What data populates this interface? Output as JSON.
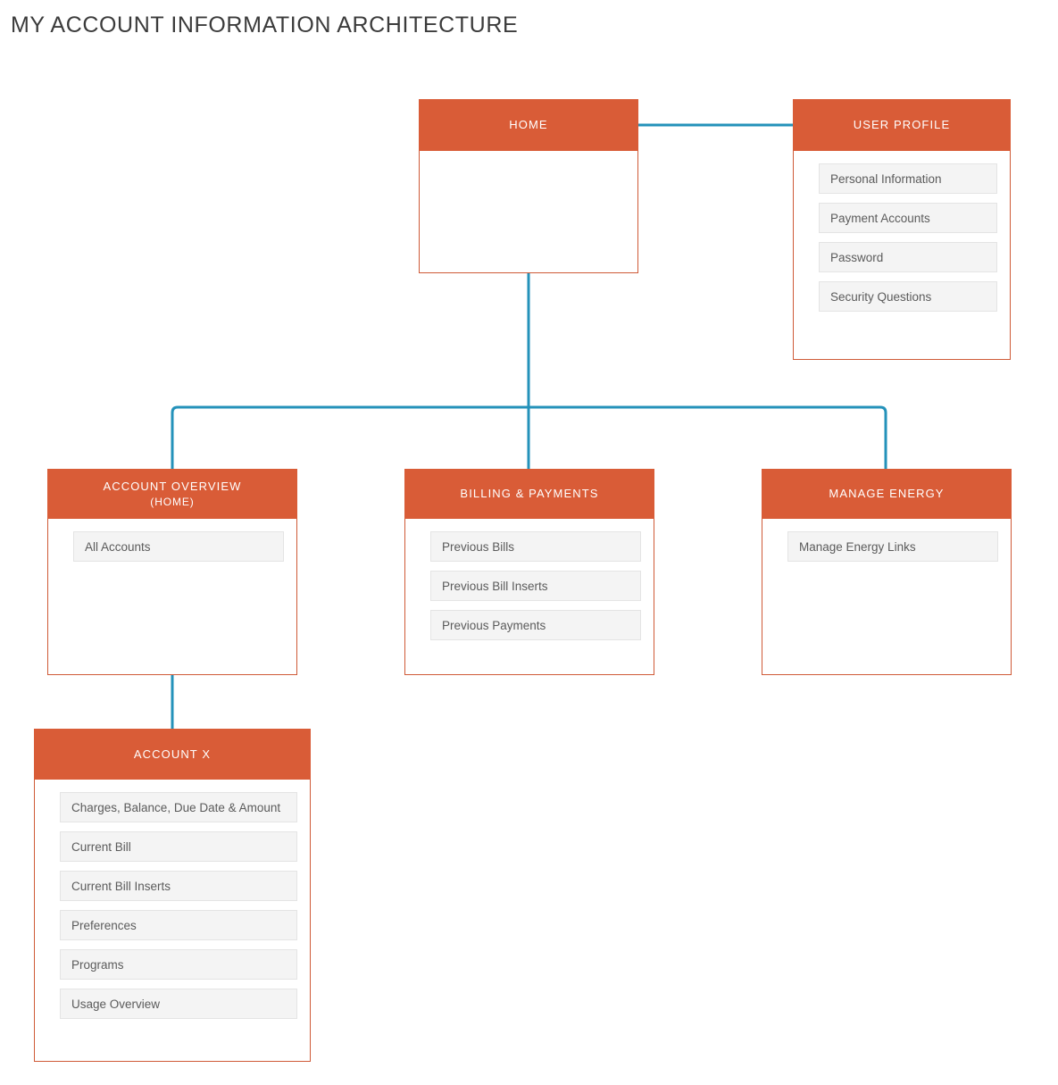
{
  "page": {
    "title": "MY ACCOUNT INFORMATION ARCHITECTURE",
    "accent_orange": "#d95c37",
    "connector_blue": "#2492ba",
    "item_bg": "#f4f4f4",
    "item_border": "#e4e4e4",
    "item_text": "#5b5b5b",
    "title_color": "#3b3b3b"
  },
  "nodes": {
    "home": {
      "title": "HOME",
      "subtitle": "",
      "items": []
    },
    "user_profile": {
      "title": "USER PROFILE",
      "subtitle": "",
      "items": [
        "Personal Information",
        "Payment Accounts",
        "Password",
        "Security Questions"
      ]
    },
    "account_overview": {
      "title": "ACCOUNT OVERVIEW",
      "subtitle": "(HOME)",
      "items": [
        "All Accounts"
      ]
    },
    "billing_payments": {
      "title": "BILLING & PAYMENTS",
      "subtitle": "",
      "items": [
        "Previous Bills",
        "Previous Bill Inserts",
        "Previous Payments"
      ]
    },
    "manage_energy": {
      "title": "MANAGE ENERGY",
      "subtitle": "",
      "items": [
        "Manage Energy Links"
      ]
    },
    "account_x": {
      "title": "ACCOUNT X",
      "subtitle": "",
      "items": [
        "Charges, Balance, Due Date & Amount",
        "Current Bill",
        "Current Bill Inserts",
        "Preferences",
        "Programs",
        "Usage Overview"
      ]
    }
  },
  "connections": [
    {
      "from": "home",
      "to": "user_profile"
    },
    {
      "from": "home",
      "to": "account_overview"
    },
    {
      "from": "home",
      "to": "billing_payments"
    },
    {
      "from": "home",
      "to": "manage_energy"
    },
    {
      "from": "account_overview",
      "to": "account_x"
    }
  ]
}
